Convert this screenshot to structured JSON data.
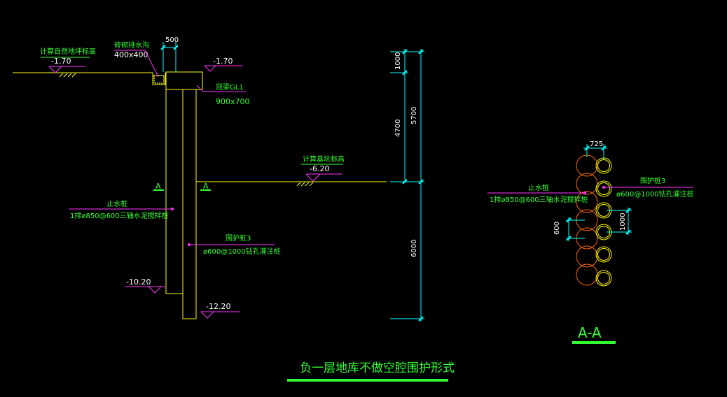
{
  "colors": {
    "background": "#000000",
    "structure": "#ffff00",
    "text": "#33ff33",
    "dimension": "#00ffff",
    "leader": "#ff33ff",
    "pile_wall": "#ff6600",
    "frame": "#ffffff"
  },
  "section": {
    "dim_top_width": "500",
    "ground_level_label": "计算自然地坪标高",
    "ground_level": "-1.70",
    "drain_label": "砖砌排水沟",
    "drain_size": "400x400",
    "top_level": "-1.70",
    "beam_label": "冠梁GL1",
    "beam_size": "900x700",
    "pit_level_label": "计算基坑标高",
    "pit_level": "-6.20",
    "cut_mark": "A",
    "cutoff_label": "止水桩",
    "cutoff_spec": "1排ø850@600三轴水泥搅拌桩",
    "retaining_label": "围护桩3",
    "retaining_spec": "ø600@1000钻孔灌注桩",
    "cutoff_bottom_level": "-10.20",
    "pile_bottom_level": "-12.20",
    "dim_1": "1000",
    "dim_2": "4700",
    "dim_3": "5700",
    "dim_4": "6000"
  },
  "plan": {
    "dim_width": "725",
    "cutoff_label": "止水桩",
    "cutoff_spec": "1排ø850@600三轴水泥搅拌桩",
    "retaining_label": "围护桩3",
    "retaining_spec": "ø600@1000钻孔灌注桩",
    "dim_left": "600",
    "dim_right": "1000",
    "title": "A-A"
  },
  "drawing_title": "负一层地库不做空腔围护形式"
}
